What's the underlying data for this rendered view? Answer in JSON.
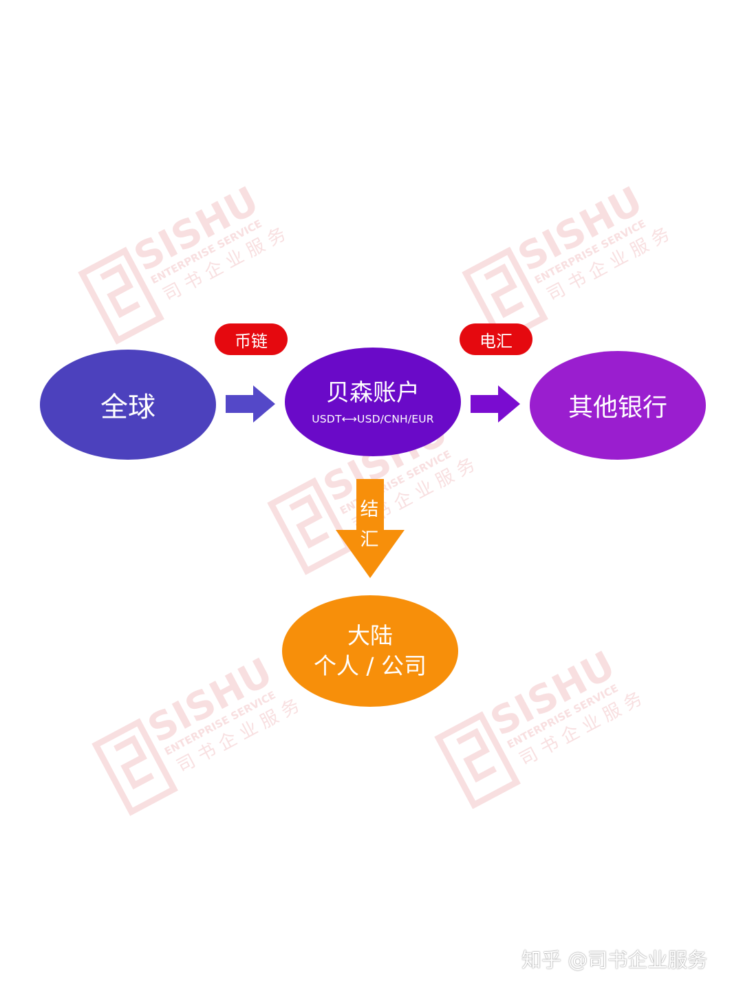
{
  "nodes": {
    "global": "全球",
    "besen": {
      "title": "贝森账户",
      "currencies": "USDT⟷USD/CNH/EUR"
    },
    "other_bank": "其他银行",
    "mainland": {
      "line1": "大陆",
      "line2": "个人 / 公司"
    }
  },
  "edges": {
    "coin_chain": "币链",
    "wire": "电汇",
    "settle": [
      "结",
      "汇"
    ]
  },
  "watermark": {
    "brand": "SISHU",
    "en": "ENTERPRISE SERVICE",
    "cn": "司 书 企 业 服 务"
  },
  "footer": "知乎 @司书企业服务",
  "colors": {
    "global": "#4c41bd",
    "besen": "#6a0ac8",
    "other_bank": "#9a1ecf",
    "mainland": "#f78f0a",
    "pill": "#e5090f",
    "arrow_blue": "#5448c8",
    "arrow_purple": "#7a0cd0",
    "arrow_orange": "#f78f0a",
    "watermark": "#d9535a"
  }
}
